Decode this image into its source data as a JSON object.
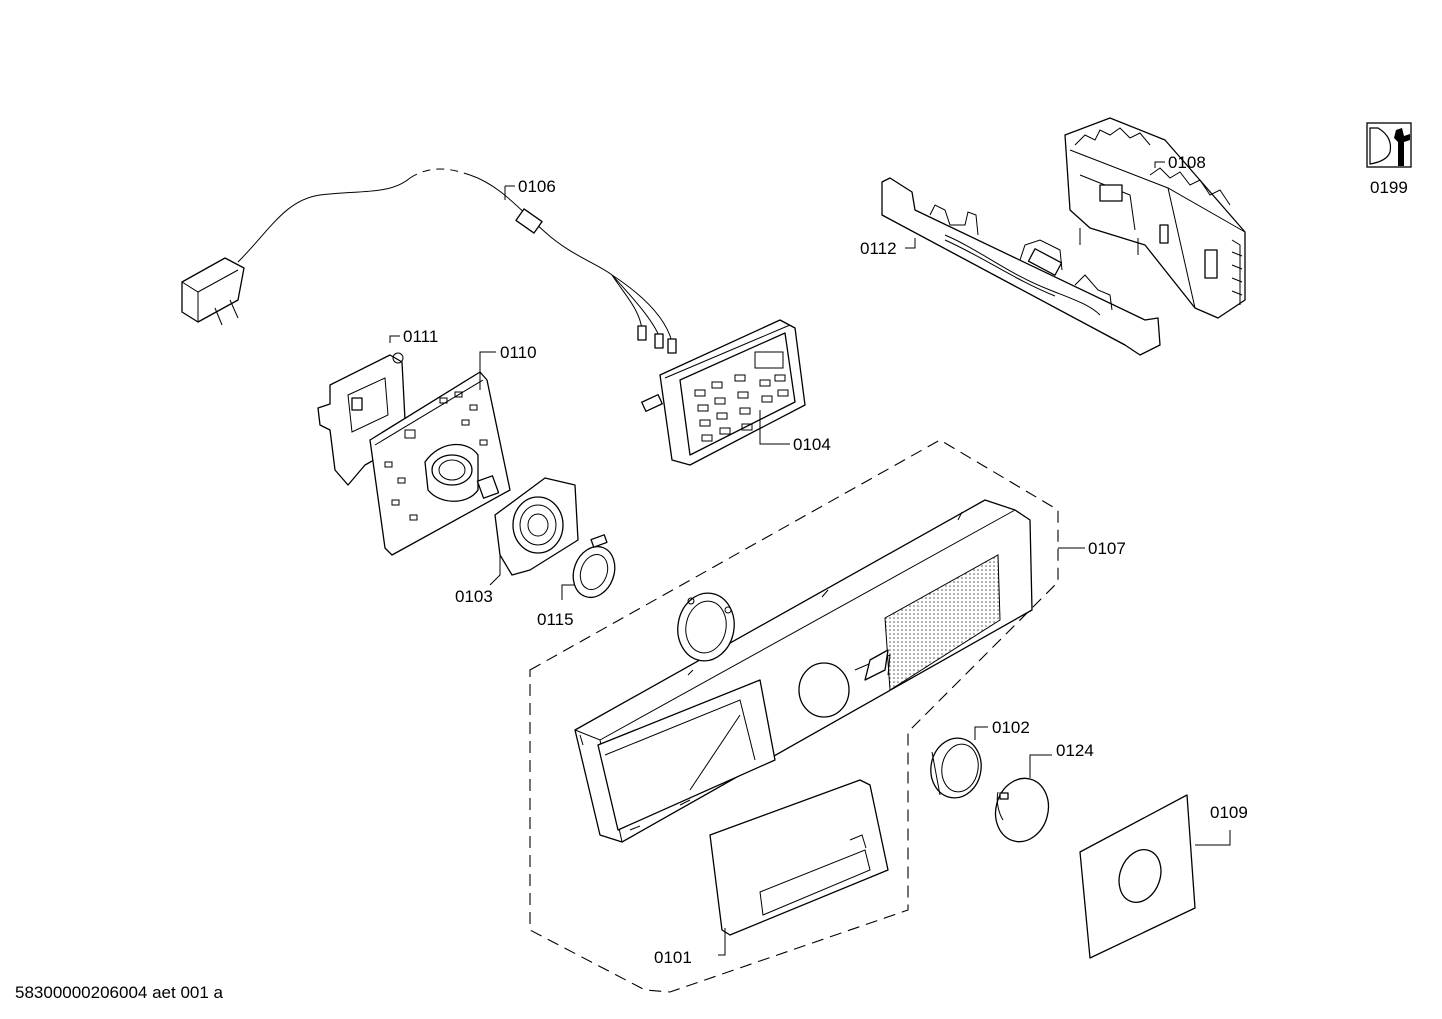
{
  "diagram": {
    "footer_code": "58300000206004 aet 001 a",
    "tool_icon": "service-wrench-icon",
    "callouts": {
      "0106": "0106",
      "0108": "0108",
      "0112": "0112",
      "0199": "0199",
      "0111": "0111",
      "0110": "0110",
      "0104": "0104",
      "0107": "0107",
      "0103": "0103",
      "0115": "0115",
      "0102": "0102",
      "0124": "0124",
      "0109": "0109",
      "0101": "0101"
    }
  }
}
